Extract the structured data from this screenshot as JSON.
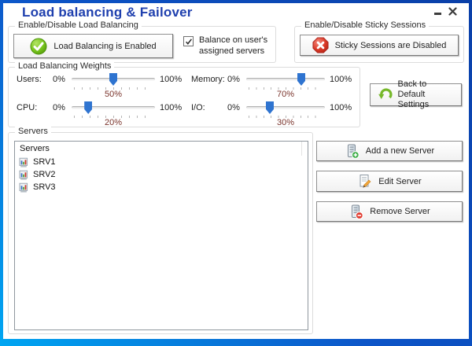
{
  "window": {
    "title": "Load balancing & Failover"
  },
  "load_balancing": {
    "group_title": "Enable/Disable Load Balancing",
    "toggle_button_label": "Load Balancing is Enabled",
    "checkbox_label": "Balance on user's assigned servers",
    "checkbox_checked": true
  },
  "sticky_sessions": {
    "group_title": "Enable/Disable Sticky Sessions",
    "toggle_button_label": "Sticky Sessions are Disabled"
  },
  "weights": {
    "group_title": "Load Balancing Weights",
    "sliders": [
      {
        "label": "Users:",
        "min_label": "0%",
        "max_label": "100%",
        "value": 50,
        "value_label": "50%"
      },
      {
        "label": "Memory:",
        "min_label": "0%",
        "max_label": "100%",
        "value": 70,
        "value_label": "70%"
      },
      {
        "label": "CPU:",
        "min_label": "0%",
        "max_label": "100%",
        "value": 20,
        "value_label": "20%"
      },
      {
        "label": "I/O:",
        "min_label": "0%",
        "max_label": "100%",
        "value": 30,
        "value_label": "30%"
      }
    ],
    "default_button_label": "Back to Default Settings"
  },
  "servers": {
    "group_title": "Servers",
    "column_header": "Servers",
    "items": [
      "SRV1",
      "SRV2",
      "SRV3"
    ],
    "add_button_label": "Add a new Server",
    "edit_button_label": "Edit Server",
    "remove_button_label": "Remove Server"
  },
  "icons": {
    "enabled_status": "check-circle-icon",
    "disabled_status": "x-octagon-icon",
    "defaults": "undo-arrow-icon",
    "server_item": "server-chart-icon",
    "add": "server-plus-icon",
    "edit": "edit-pencil-icon",
    "remove": "server-minus-icon",
    "minimize": "minimize-icon",
    "close": "close-icon"
  },
  "colors": {
    "frame_blue_light": "#00a6f2",
    "frame_blue_dark": "#0a3fa8",
    "title_blue": "#1e3fae",
    "slider_thumb_blue": "#2f74d0",
    "value_maroon": "#7a332b",
    "enabled_green": "#6fbf23",
    "disabled_red": "#d9342b"
  }
}
